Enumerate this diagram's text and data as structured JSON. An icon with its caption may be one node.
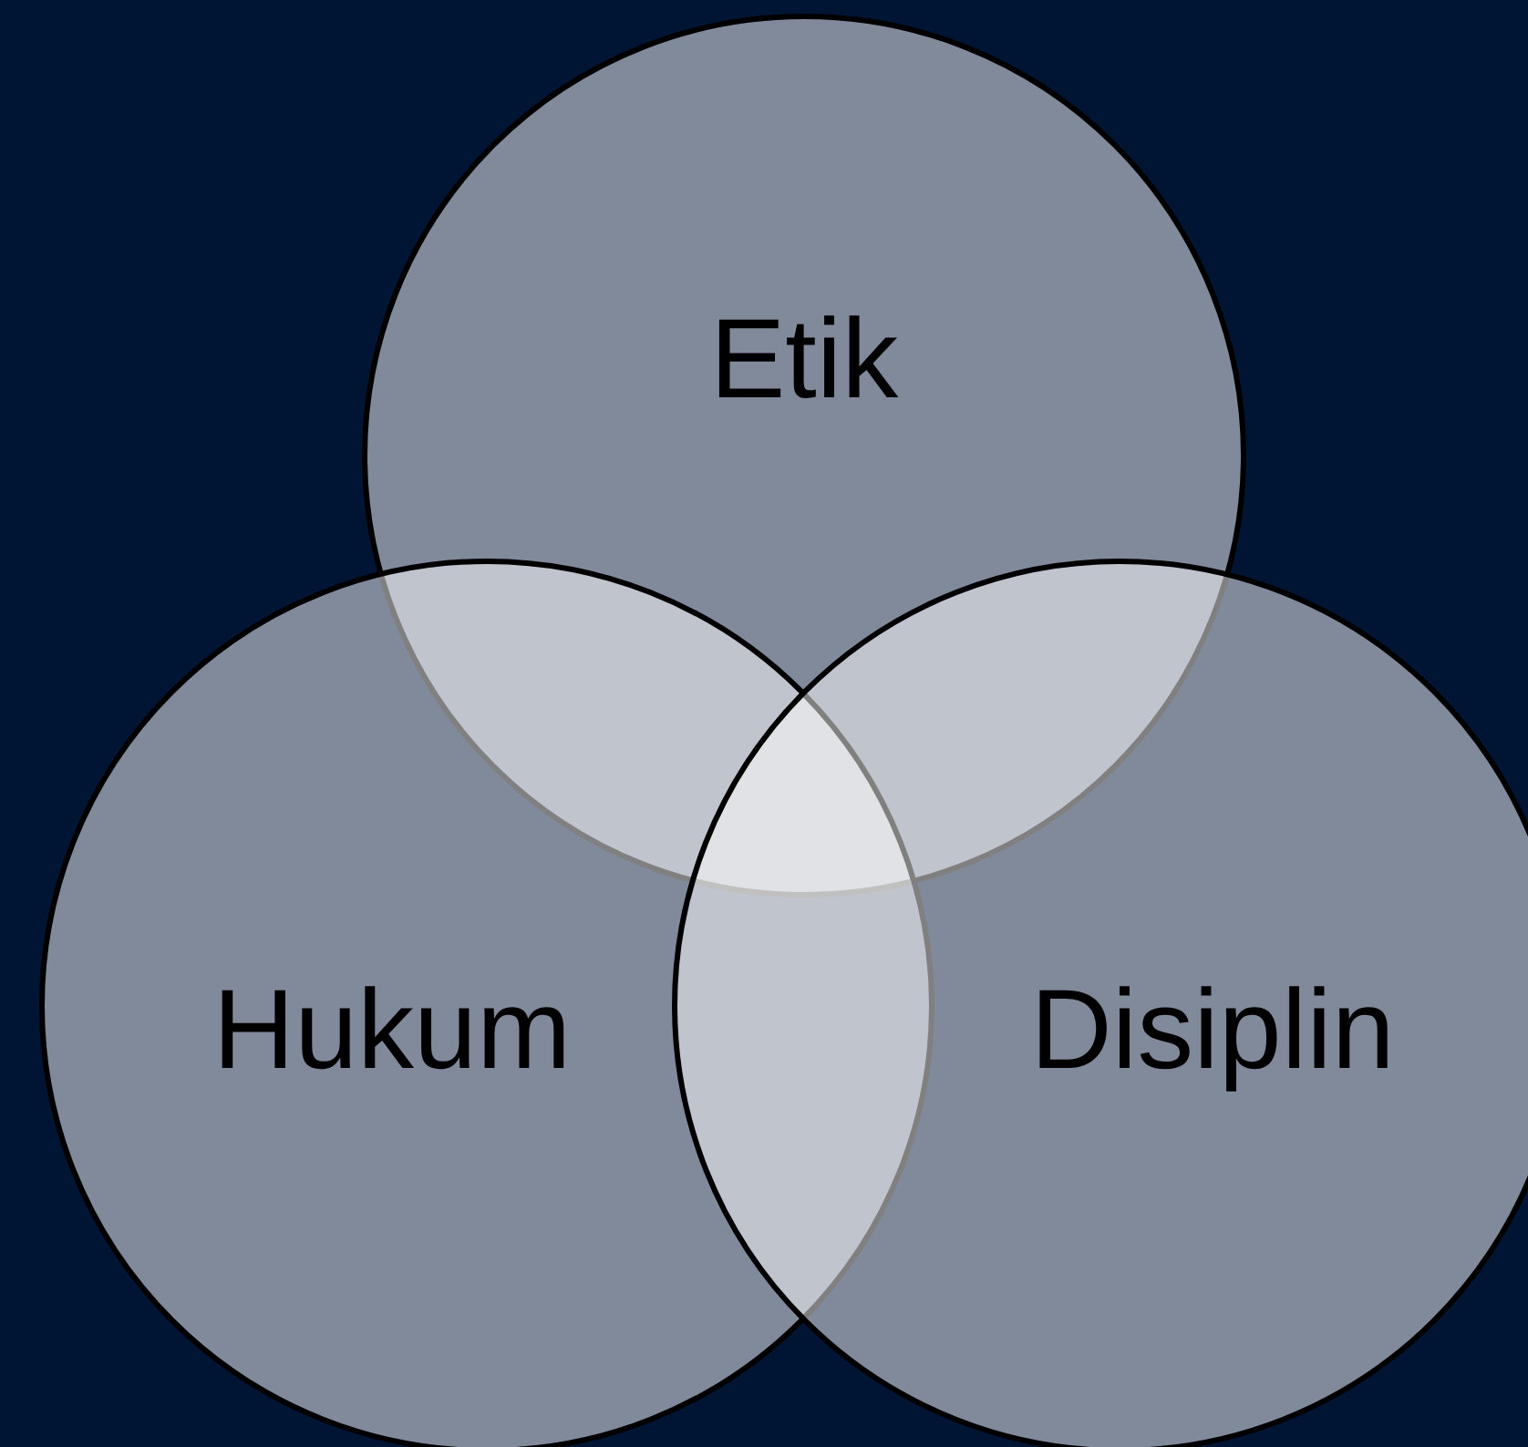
{
  "diagram": {
    "nodes": [
      {
        "text": [
          "Etik"
        ]
      },
      {
        "text": [
          "Hukum"
        ]
      },
      {
        "text": [
          "Disiplin"
        ]
      }
    ]
  }
}
